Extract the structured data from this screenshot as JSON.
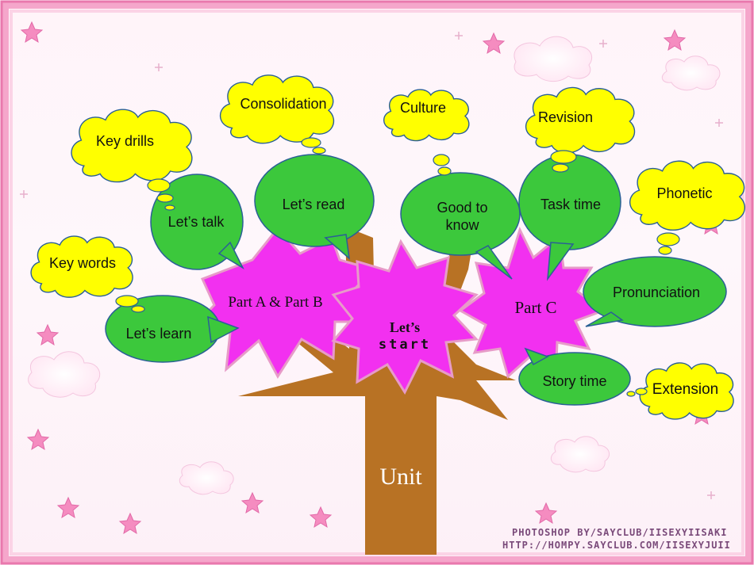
{
  "colors": {
    "trunk": "#b87224",
    "star_magenta": "#f230f0",
    "star_border": "#e79bc8",
    "speech_green": "#3cc83c",
    "speech_border": "#2a5f96",
    "cloud_yellow": "#ffff00",
    "cloud_border": "#2a5f96",
    "frame_pink": "#f08ab8"
  },
  "trunk": {
    "label": "Unit"
  },
  "stars": {
    "center_line1": "Let’s",
    "center_line2": "start",
    "left": "Part A & Part B",
    "right": "Part C"
  },
  "speech": {
    "lets_learn": "Let’s learn",
    "lets_talk": "Let’s talk",
    "lets_read": "Let’s read",
    "good_to_know_line1": "Good to",
    "good_to_know_line2": "know",
    "task_time": "Task time",
    "pronunciation": "Pronunciation",
    "story_time": "Story time"
  },
  "clouds": {
    "key_words": "Key words",
    "key_drills": "Key drills",
    "consolidation": "Consolidation",
    "culture": "Culture",
    "revision": "Revision",
    "phonetic": "Phonetic",
    "extension": "Extension"
  },
  "credits": {
    "line1": "PHOTOSHOP BY/SAYCLUB/IISEXYIISAKI",
    "line2": "HTTP://HOMPY.SAYCLUB.COM/IISEXYJUII"
  }
}
